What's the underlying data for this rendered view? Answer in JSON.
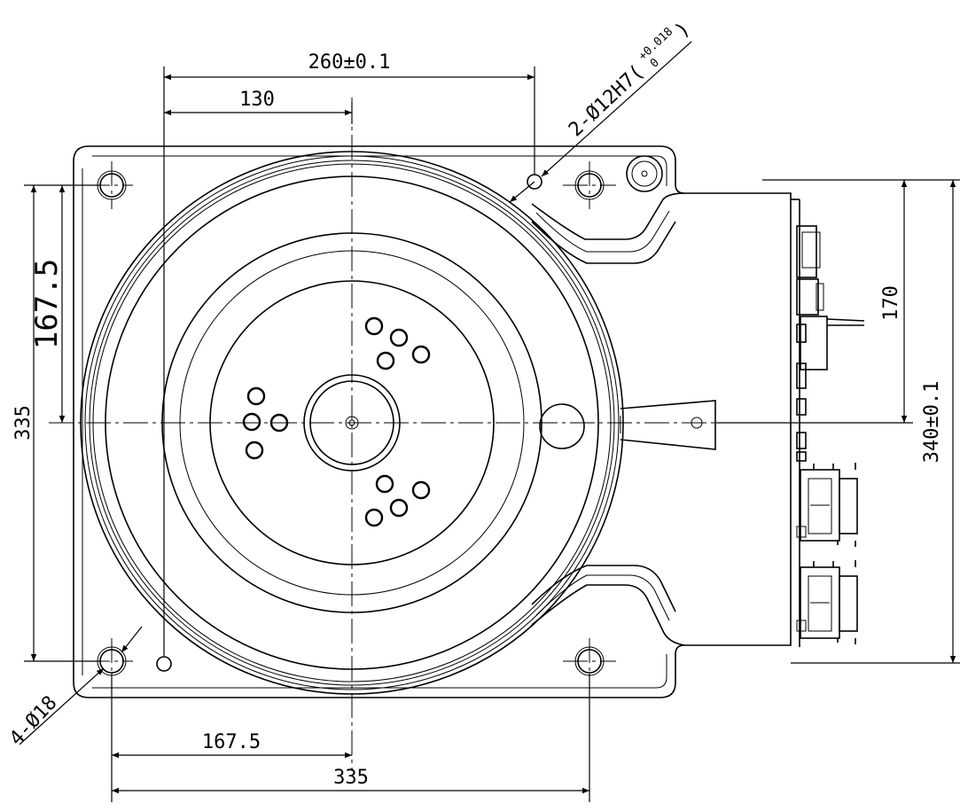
{
  "dimensions": {
    "top_260": "260±0.1",
    "top_130": "130",
    "left_167_5": "167.5",
    "left_335": "335",
    "bottom_167_5": "167.5",
    "bottom_335": "335",
    "right_170": "170",
    "right_340": "340±0.1",
    "pin_holes_prefix": "2-Ø12H7(",
    "pin_holes_tol_upper": "+0.018",
    "pin_holes_tol_lower": "0",
    "pin_holes_suffix": ")",
    "mount_holes": "4-Ø18"
  },
  "colors": {
    "line": "#000000",
    "background": "#ffffff"
  }
}
